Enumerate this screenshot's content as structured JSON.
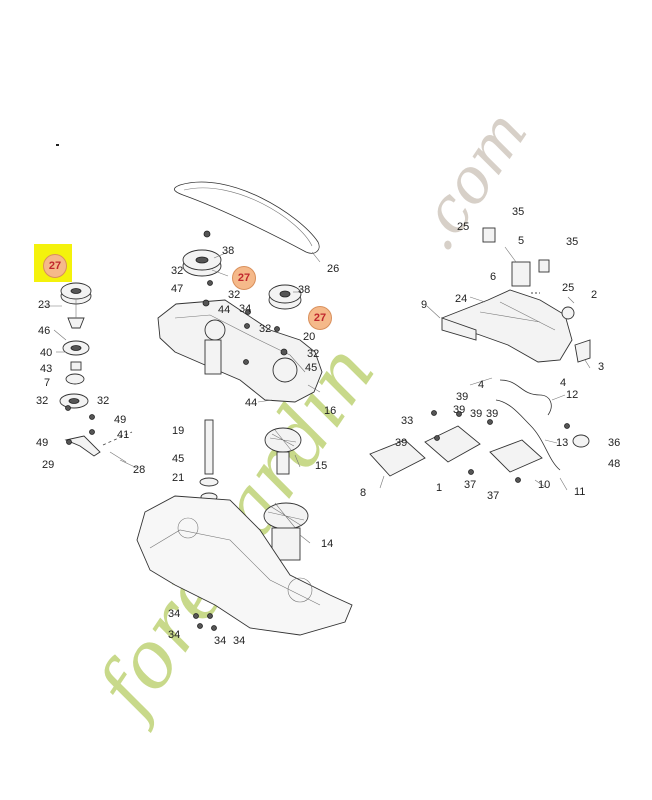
{
  "watermark": {
    "prefix": "forêtjardin",
    "suffix": ".com",
    "color_green": "#c8d98a",
    "color_orange": "#f6cfa0",
    "color_gray": "#d7d0c8"
  },
  "callout_number": "27",
  "labels": {
    "l25a": "25",
    "l35a": "35",
    "l5": "5",
    "l35b": "35",
    "l6": "6",
    "l25b": "25",
    "l2": "2",
    "l9": "9",
    "l24": "24",
    "l3": "3",
    "l26": "26",
    "l38a": "38",
    "l32a": "32",
    "l32b": "32",
    "l47": "47",
    "l44a": "44",
    "l34a": "34",
    "l38b": "38",
    "l32c": "32",
    "l20": "20",
    "l32d": "32",
    "l45a": "45",
    "l44b": "44",
    "l16": "16",
    "l23": "23",
    "l46": "46",
    "l40": "40",
    "l43": "43",
    "l7": "7",
    "l32e": "32",
    "l32f": "32",
    "l49a": "49",
    "l41": "41",
    "l49b": "49",
    "l29": "29",
    "l28": "28",
    "l19": "19",
    "l45b": "45",
    "l21": "21",
    "l15": "15",
    "l14": "14",
    "l4a": "4",
    "l4b": "4",
    "l12": "12",
    "l39a": "39",
    "l39b": "39",
    "l33": "33",
    "l39c": "39",
    "l39d": "39",
    "l39e": "39",
    "l13": "13",
    "l36": "36",
    "l48": "48",
    "l8": "8",
    "l1": "1",
    "l37a": "37",
    "l37b": "37",
    "l10": "10",
    "l11": "11",
    "l34b": "34",
    "l34c": "34",
    "l34d": "34",
    "l34e": "34"
  }
}
